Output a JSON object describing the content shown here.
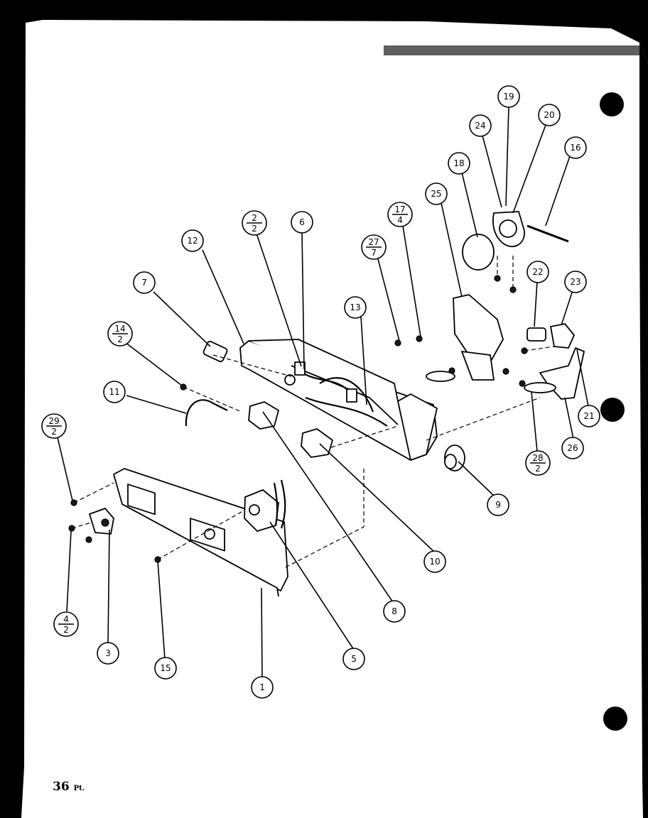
{
  "page_number": "36",
  "page_number_suffix": "Pt.",
  "callouts": [
    {
      "id": "1",
      "label": "1"
    },
    {
      "id": "3",
      "label": "3"
    },
    {
      "id": "5",
      "label": "5"
    },
    {
      "id": "6",
      "label": "6"
    },
    {
      "id": "7",
      "label": "7"
    },
    {
      "id": "8",
      "label": "8"
    },
    {
      "id": "9",
      "label": "9"
    },
    {
      "id": "10",
      "label": "10"
    },
    {
      "id": "11",
      "label": "11"
    },
    {
      "id": "12",
      "label": "12"
    },
    {
      "id": "13",
      "label": "13"
    },
    {
      "id": "15",
      "label": "15"
    },
    {
      "id": "16",
      "label": "16"
    },
    {
      "id": "18",
      "label": "18"
    },
    {
      "id": "19",
      "label": "19"
    },
    {
      "id": "20",
      "label": "20"
    },
    {
      "id": "21",
      "label": "21"
    },
    {
      "id": "22",
      "label": "22"
    },
    {
      "id": "23",
      "label": "23"
    },
    {
      "id": "24",
      "label": "24"
    },
    {
      "id": "25",
      "label": "25"
    },
    {
      "id": "26",
      "label": "26"
    }
  ],
  "fraction_callouts": [
    {
      "id": "2-2",
      "top": "2",
      "bottom": "2"
    },
    {
      "id": "14-2",
      "top": "14",
      "bottom": "2"
    },
    {
      "id": "17-4",
      "top": "17",
      "bottom": "4"
    },
    {
      "id": "27-7",
      "top": "27",
      "bottom": "7"
    },
    {
      "id": "29-2",
      "top": "29",
      "bottom": "2"
    },
    {
      "id": "4-2",
      "top": "4",
      "bottom": "2"
    },
    {
      "id": "28-2",
      "top": "28",
      "bottom": "2"
    }
  ]
}
